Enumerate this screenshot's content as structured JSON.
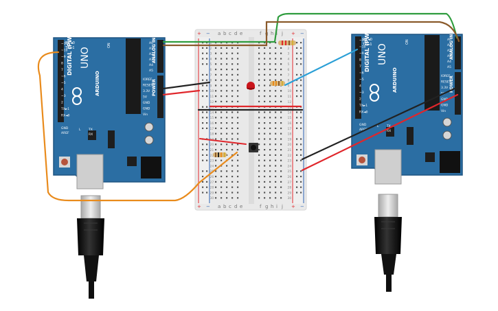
{
  "colors": {
    "board": "#2b6ea3",
    "board_dark": "#1f5582",
    "breadboard": "#e9e9e9",
    "wire_orange": "#e98b1c",
    "wire_green": "#2e9c3d",
    "wire_brown": "#8a5a2b",
    "wire_blue": "#2a9fd6",
    "wire_black": "#222222",
    "wire_red": "#e0262b",
    "led_red": "#c9151b",
    "cable_black": "#151515",
    "usb_metal": "#cfcfcf"
  },
  "left_arduino": {
    "brand": "ARDUINO",
    "model": "UNO",
    "digital_label": "DIGITAL (PWM~)",
    "analog_label": "ANALOG IN",
    "power_label": "POWER",
    "on_label": "ON",
    "rx_label": "RX◄0",
    "tx_label": "TX►1",
    "pins_left": [
      "~11",
      "~10",
      "~9",
      "8",
      "7",
      "~6",
      "~5",
      "4",
      "~3",
      "2",
      "TX►1",
      "RX◄0"
    ],
    "pins_power": [
      "IOREF",
      "RESET",
      "3.3V",
      "5V",
      "GND",
      "GND",
      "Vin"
    ],
    "pins_analog": [
      "A0",
      "A1",
      "A2",
      "A3",
      "A4",
      "A5"
    ],
    "aref_label": "AREF",
    "gnd_label": "GND",
    "l_label": "L",
    "tx_led_label": "TX",
    "rx_led_label": "RX"
  },
  "right_arduino": {
    "brand": "ARDUINO",
    "model": "UNO",
    "digital_label": "DIGITAL (PWM~)",
    "analog_label": "ANALOG IN",
    "power_label": "POWER",
    "on_label": "ON",
    "rx_label": "RX◄0",
    "tx_label": "TX►1",
    "pins_left": [
      "~11",
      "~10",
      "~9",
      "8",
      "7",
      "~6",
      "~5",
      "4",
      "~3",
      "2",
      "TX►1",
      "RX◄0"
    ],
    "pins_power": [
      "IOREF",
      "RESET",
      "3.3V",
      "5V",
      "GND",
      "GND",
      "Vin"
    ],
    "pins_analog": [
      "A0",
      "A1",
      "A2",
      "A3",
      "A4",
      "A5"
    ],
    "aref_label": "AREF",
    "gnd_label": "GND",
    "l_label": "L",
    "tx_led_label": "TX",
    "rx_led_label": "RX"
  },
  "breadboard": {
    "col_letters_left": [
      "a",
      "b",
      "c",
      "d",
      "e"
    ],
    "col_letters_right": [
      "f",
      "g",
      "h",
      "i",
      "j"
    ],
    "row_numbers": [
      "1",
      "2",
      "3",
      "4",
      "5",
      "6",
      "7",
      "8",
      "9",
      "10",
      "11",
      "12",
      "13",
      "14",
      "15",
      "16",
      "17",
      "18",
      "19",
      "20",
      "21",
      "22",
      "23",
      "24",
      "25",
      "26",
      "27",
      "28",
      "29",
      "30"
    ],
    "plus": "+",
    "minus": "−"
  }
}
